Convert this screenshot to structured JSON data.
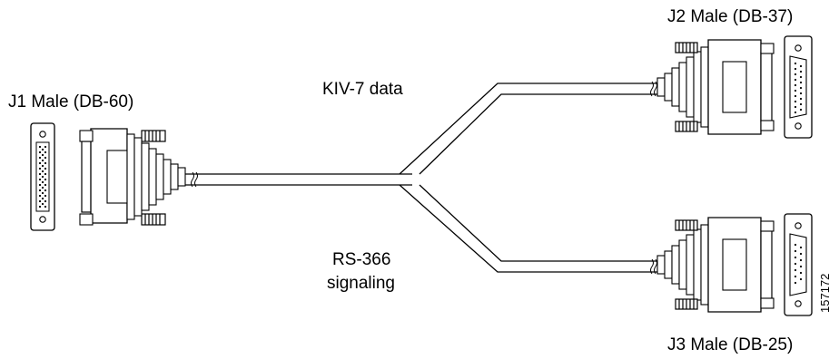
{
  "labels": {
    "j1": "J1 Male (DB-60)",
    "j2": "J2 Male (DB-37)",
    "j3": "J3 Male (DB-25)",
    "kiv7": "KIV-7 data",
    "rs366_line1": "RS-366",
    "rs366_line2": "signaling",
    "figure_number": "157172"
  }
}
